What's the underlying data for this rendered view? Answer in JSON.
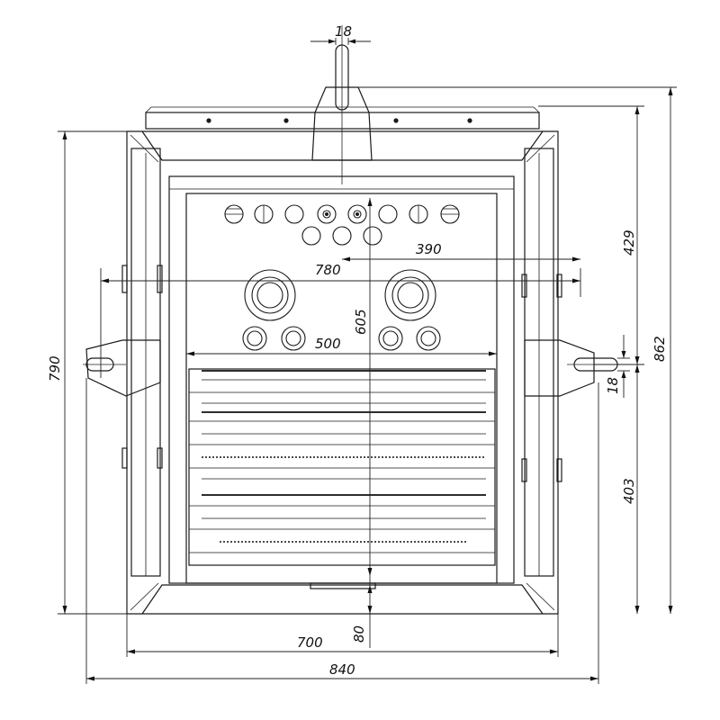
{
  "dimensions": {
    "top_width": "18",
    "total_height": "862",
    "upper_height": "429",
    "lower_height": "403",
    "side_pin": "18",
    "outer_height": "790",
    "inner_span": "780",
    "hole_spacing": "390",
    "vertical_pos": "605",
    "inner_width": "500",
    "bottom_offset": "80",
    "frame_width": "700",
    "overall_width": "840"
  }
}
